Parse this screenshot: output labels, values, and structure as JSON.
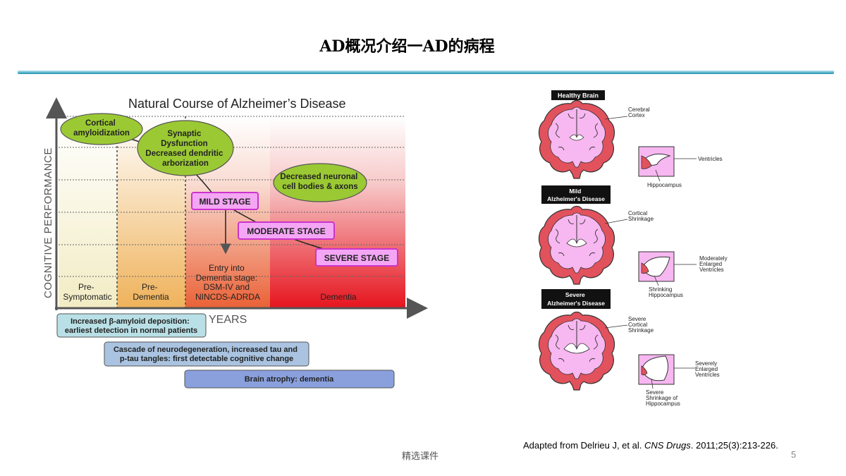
{
  "slide": {
    "title": "AD概况介绍一AD的病程",
    "footer": "精选课件",
    "page_number": "5",
    "citation": {
      "prefix": "Adapted from Delrieu J, et al. ",
      "journal": "CNS Drugs",
      "suffix": ". 2011;25(3):213-226."
    }
  },
  "diagram": {
    "title": "Natural Course of Alzheimer’s Disease",
    "y_axis_label": "COGNITIVE PERFORMANCE",
    "x_axis_label": "YEARS",
    "ovals": [
      [
        "Cortical",
        "amyloidization"
      ],
      [
        "Synaptic",
        "Dysfunction",
        "Decreased dendritic",
        "arborization"
      ],
      [
        "Decreased neuronal",
        "cell bodies & axons"
      ]
    ],
    "stages": {
      "mild": "MILD STAGE",
      "moderate": "MODERATE STAGE",
      "severe": "SEVERE STAGE"
    },
    "phases": [
      [
        "Pre-",
        "Symptomatic"
      ],
      [
        "Pre-",
        "Dementia"
      ],
      [
        "Entry into",
        "Dementia stage:",
        "DSM-IV and",
        "NINCDS-ADRDA"
      ],
      [
        "Dementia"
      ]
    ],
    "bars": [
      [
        "Increased β-amyloid deposition:",
        "earliest detection in normal patients"
      ],
      [
        "Cascade of neurodegeneration, increased tau and",
        "p-tau tangles: first detectable cognitive change"
      ],
      [
        "Brain atrophy: dementia"
      ]
    ],
    "colors": {
      "oval_fill": "#9bc934",
      "stage_fill": "#f4a6f4",
      "stage_border": "#cc33cc",
      "bar1": "#b9e0e6",
      "bar2": "#a9c3e0",
      "bar3": "#8aa0dd",
      "phase_presymptomatic": "#f4efc8",
      "phase_predementia": "#f0b762",
      "phase_dementia_entry": "#ec6a3c",
      "phase_dementia": "#e8202a"
    }
  },
  "brains": {
    "panels": [
      {
        "heading": [
          "Healthy Brain"
        ],
        "labels": {
          "cortex": [
            "Cerebral",
            "Cortex"
          ],
          "ventricles": [
            "Ventricles"
          ],
          "hippocampus": [
            "Hippocampus"
          ]
        }
      },
      {
        "heading": [
          "Mild",
          "Alzheimer's Disease"
        ],
        "labels": {
          "cortex": [
            "Cortical",
            "Shrinkage"
          ],
          "ventricles": [
            "Moderately",
            "Enlarged",
            "Ventricles"
          ],
          "hippocampus": [
            "Shrinking",
            "Hippocampus"
          ]
        }
      },
      {
        "heading": [
          "Severe",
          "Alzheimer's Disease"
        ],
        "labels": {
          "cortex": [
            "Severe",
            "Cortical",
            "Shrinkage"
          ],
          "ventricles": [
            "Severely",
            "Enlarged",
            "Ventricles"
          ],
          "hippocampus": [
            "Severe",
            "Shrinkage of",
            "Hippocampus"
          ]
        }
      }
    ],
    "colors": {
      "tissue": "#f7b7f0",
      "cortex": "#e2525c",
      "outline": "#333333"
    }
  }
}
